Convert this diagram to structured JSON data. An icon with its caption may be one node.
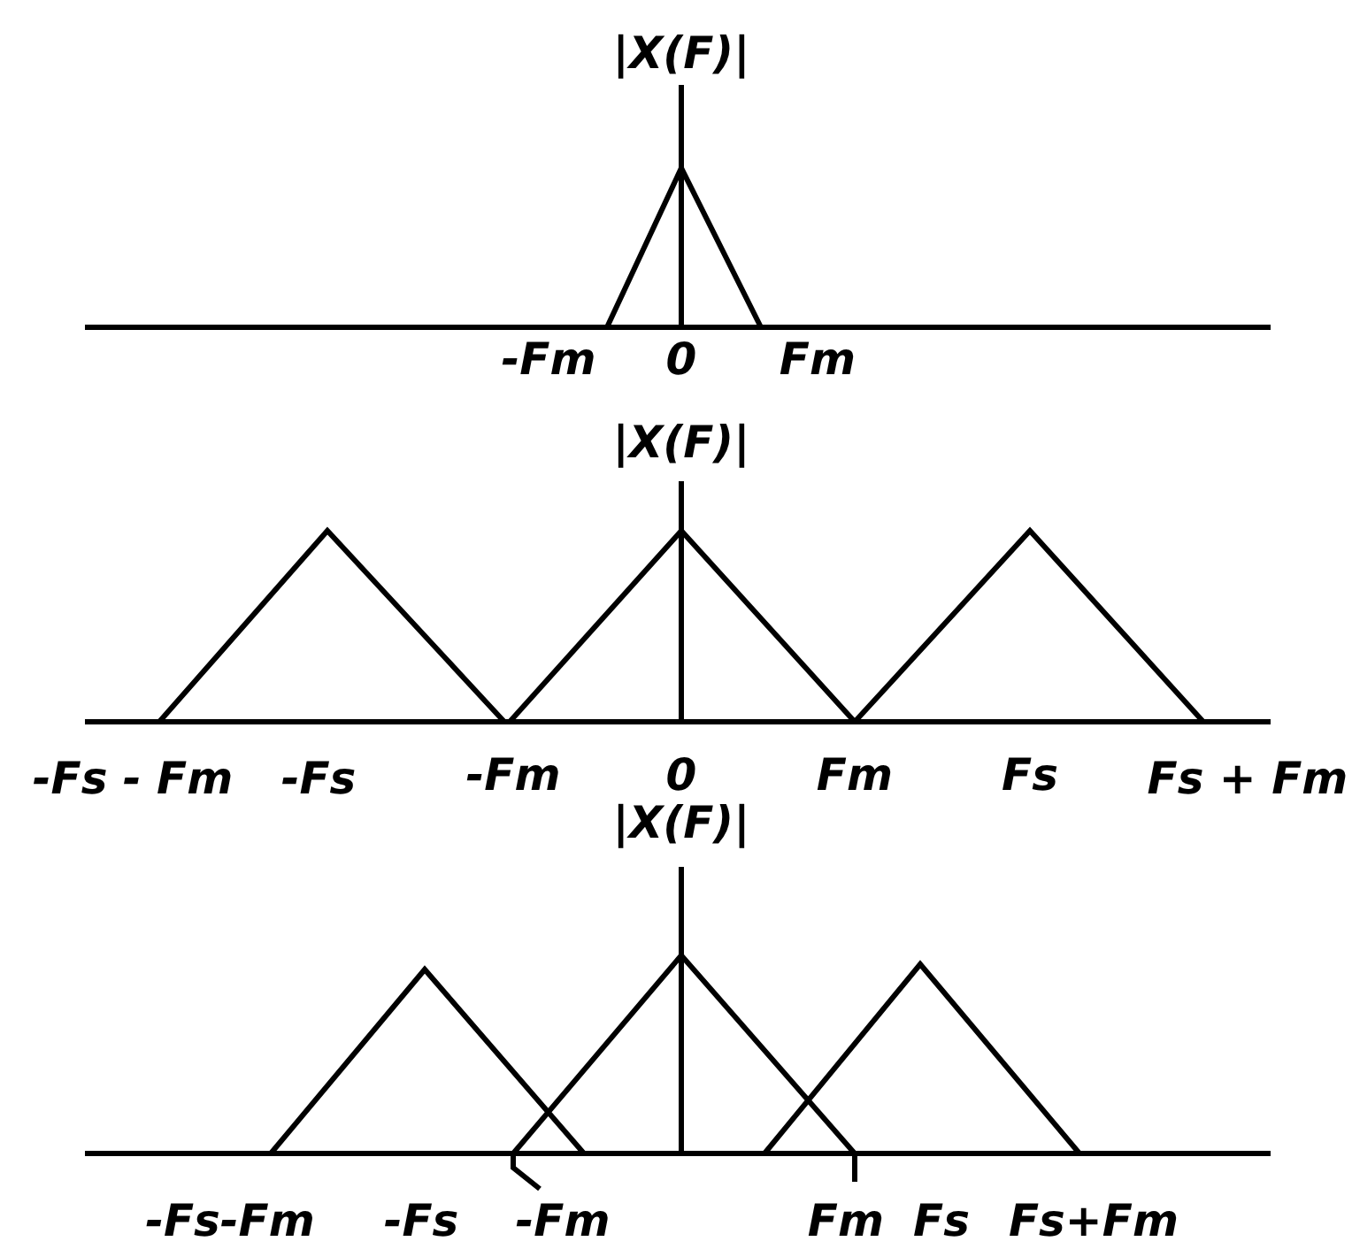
{
  "diagram": {
    "labels": [
      "|X(F)|",
      "-Fm",
      "0",
      "Fm",
      "|X(F)|",
      "-Fs - Fm",
      "-Fs",
      "-Fm",
      "0",
      "Fm",
      "Fs",
      "Fs + Fm",
      "|X(F)|",
      "-Fs-Fm",
      "-Fs",
      "-Fm",
      "Fm",
      "Fs",
      "Fs+Fm"
    ]
  }
}
